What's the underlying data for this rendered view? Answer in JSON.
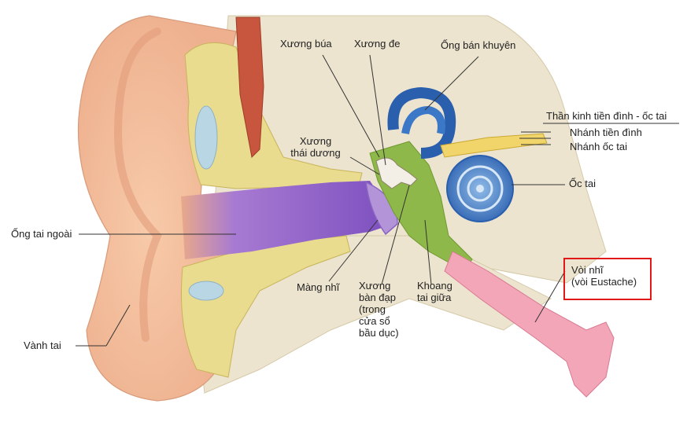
{
  "labels": {
    "xuong_bua": "Xương búa",
    "xuong_de": "Xương đe",
    "ong_ban_khuyen": "Ống bán khuyên",
    "than_kinh": "Thần kinh tiền đình - ốc tai",
    "nhanh_tien_dinh": "Nhánh tiền đình",
    "nhanh_oc_tai": "Nhánh ốc tai",
    "xuong_thai_duong": [
      "Xương",
      "thái dương"
    ],
    "oc_tai": "Ốc tai",
    "ong_tai_ngoai": "Ống tai ngoài",
    "mang_nhi": "Màng nhĩ",
    "xuong_ban_dap": [
      "Xương",
      "bàn đạp",
      "(trong",
      "cửa sổ",
      "bầu dục)"
    ],
    "khoang_tai_giua": [
      "Khoang",
      "tai giữa"
    ],
    "voi_nhi": [
      "Vòi nhĩ",
      "(vòi Eustache)"
    ],
    "vanh_tai": "Vành tai"
  },
  "highlight": {
    "label": "voi_nhi",
    "color": "#e01818"
  },
  "colors": {
    "skin": "#f4c6a8",
    "bone": "#ece4cf",
    "fat": "#eadc8f",
    "canal": "#9b6fcf",
    "middle_ear": "#8fb84a",
    "inner_ear": "#3b78c8",
    "tube": "#f2a6b8",
    "muscle": "#c8563e"
  }
}
